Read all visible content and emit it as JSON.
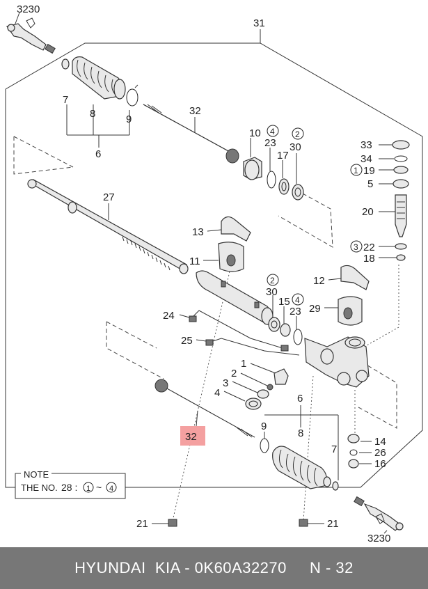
{
  "diagram": {
    "labels": {
      "l3230a": "3230",
      "l31": "31",
      "l7a": "7",
      "l8a": "8",
      "l9a": "9",
      "l6a": "6",
      "l32a": "32",
      "l10": "10",
      "l4a": "4",
      "l23a": "23",
      "l2a": "2",
      "l30a": "30",
      "l17": "17",
      "l33": "33",
      "l34": "34",
      "l1a": "1",
      "l19": "19",
      "l5": "5",
      "l20": "20",
      "l3a": "3",
      "l22": "22",
      "l18": "18",
      "l27": "27",
      "l13": "13",
      "l11": "11",
      "l12": "12",
      "l2b": "2",
      "l30b": "30",
      "l15": "15",
      "l4b": "4",
      "l23b": "23",
      "l29": "29",
      "l24": "24",
      "l25": "25",
      "l1b": "1",
      "l2c": "2",
      "l3b": "3",
      "l4c": "4",
      "l6b": "6",
      "l9b": "9",
      "l8b": "8",
      "l7b": "7",
      "l32b": "32",
      "l14": "14",
      "l26": "26",
      "l16": "16",
      "l21a": "21",
      "l21b": "21",
      "l3230b": "3230"
    },
    "note": {
      "title": "NOTE",
      "prefix": "THE NO.",
      "number": "28 :",
      "from": "1",
      "tilde": "~",
      "to": "4"
    },
    "highlight_color": "#f4a0a0"
  },
  "footer": {
    "brand": "HYUNDAI  KIA - 0K60A32270",
    "page": "N - 32"
  }
}
